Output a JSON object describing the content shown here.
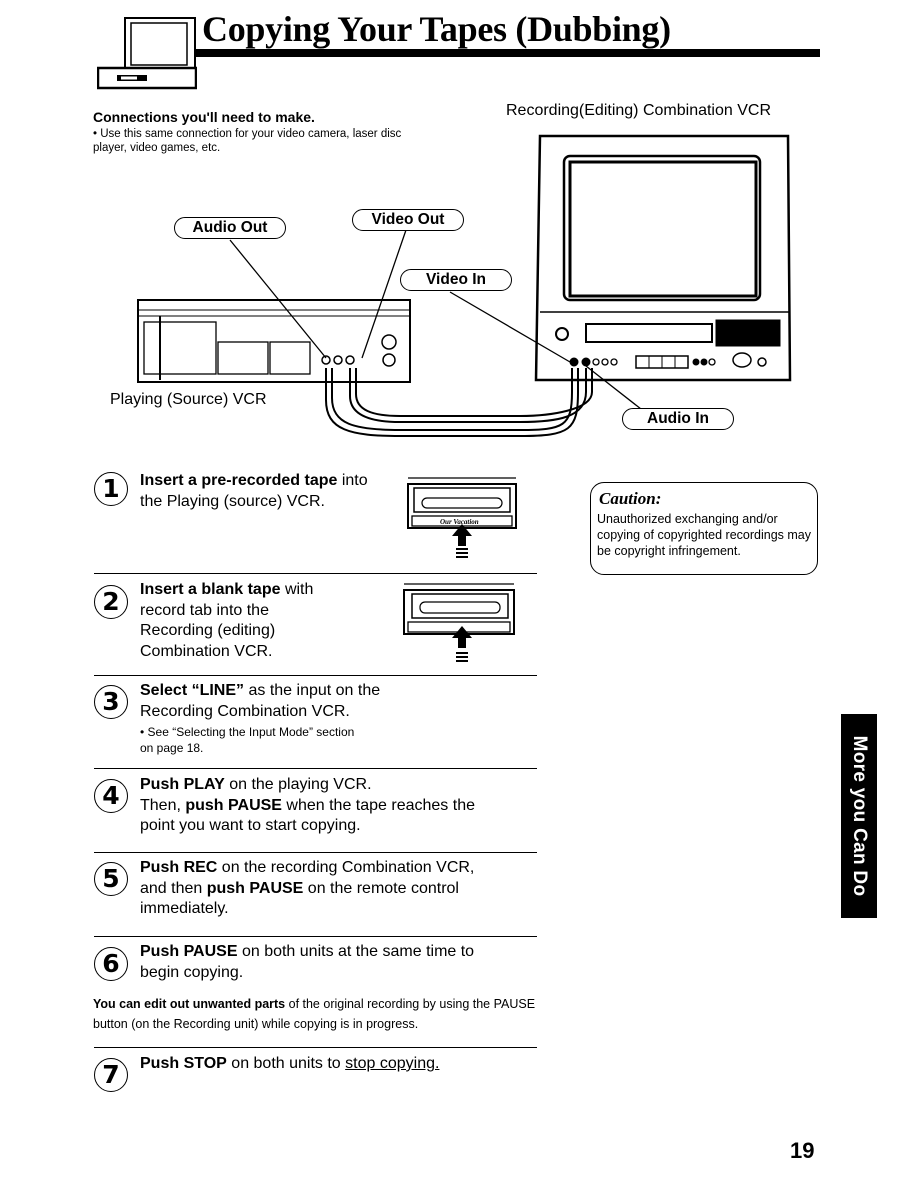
{
  "page": {
    "title": "Copying Your Tapes (Dubbing)",
    "page_number": "19",
    "side_tab": "More you Can Do"
  },
  "connections": {
    "title": "Connections you'll need to make.",
    "note": "• Use this same connection for your video camera, laser disc player, video games, etc."
  },
  "diagram": {
    "recording_vcr_label": "Recording(Editing) Combination VCR",
    "playing_vcr_label": "Playing (Source) VCR",
    "audio_out": "Audio Out",
    "video_out": "Video Out",
    "video_in": "Video In",
    "audio_in": "Audio In"
  },
  "tape_label": "Our Vacation",
  "caution": {
    "title": "Caution:",
    "text": "Unauthorized exchanging and/or copying of copyrighted recordings may be copyright infringement."
  },
  "steps": [
    {
      "num": "1",
      "bold": "Insert a pre-recorded tape",
      "rest": " into the Playing (source) VCR."
    },
    {
      "num": "2",
      "bold": "Insert a blank tape",
      "rest": " with record tab into the Recording (editing) Combination VCR."
    },
    {
      "num": "3",
      "bold": "Select “LINE”",
      "rest": " as the input on the Recording Combination VCR.",
      "note": "• See “Selecting the Input Mode” section on page 18."
    },
    {
      "num": "4",
      "bold": "Push PLAY",
      "rest": " on the playing VCR.",
      "bold2": "push PAUSE",
      "rest2_pre": "Then, ",
      "rest2": " when the tape reaches the point you want to start copying."
    },
    {
      "num": "5",
      "bold": "Push REC",
      "rest": " on the recording Combination VCR, and then ",
      "bold2": "push PAUSE",
      "rest2": " on the remote control immediately."
    },
    {
      "num": "6",
      "bold": "Push PAUSE",
      "rest": " on both units at the same time to begin copying."
    },
    {
      "num": "7",
      "bold": "Push STOP",
      "rest": " on both units to ",
      "underline": "stop copying."
    }
  ],
  "edit_note": {
    "bold": "You can edit out unwanted parts",
    "rest": " of the original recording by using the PAUSE button (on the Recording unit) while copying is in progress."
  }
}
